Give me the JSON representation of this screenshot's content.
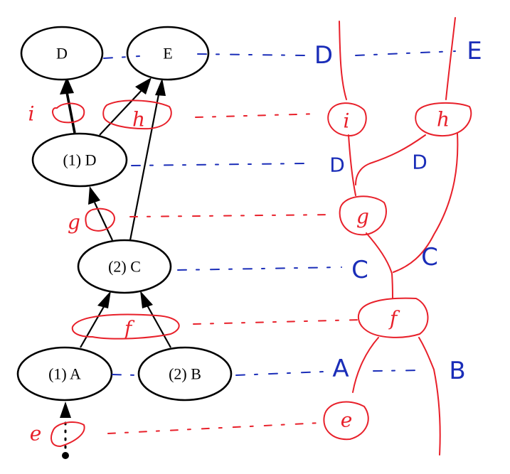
{
  "graph": {
    "nodes": {
      "D": "D",
      "E": "E",
      "D1": "(1) D",
      "C2": "(2) C",
      "A1": "(1) A",
      "B2": "(2) B"
    },
    "edges": [
      {
        "from": "(1) D",
        "to": "D",
        "style": "bold"
      },
      {
        "from": "(1) D",
        "to": "E",
        "style": "solid"
      },
      {
        "from": "(2) C",
        "to": "E",
        "style": "solid"
      },
      {
        "from": "(2) C",
        "to": "(1) D",
        "style": "solid"
      },
      {
        "from": "(1) A",
        "to": "(2) C",
        "style": "solid"
      },
      {
        "from": "(2) B",
        "to": "(2) C",
        "style": "solid"
      },
      {
        "from": "start-dot",
        "to": "(1) A",
        "style": "dotted"
      }
    ]
  },
  "annotations_left": {
    "i": "i",
    "h": "h",
    "g": "g",
    "f": "f",
    "e": "e"
  },
  "annotations_right": {
    "blue_labels": {
      "D_top": "D",
      "E_top": "E",
      "D_left": "D",
      "D_right": "D",
      "C_left": "C",
      "C_right": "C",
      "A": "A",
      "B": "B"
    },
    "red_circles": {
      "i": "i",
      "h": "h",
      "g": "g",
      "f": "f",
      "e": "e"
    }
  },
  "colors": {
    "graph_ink": "#000000",
    "red_annotation": "#e8202a",
    "blue_annotation": "#1a2db8",
    "background": "#ffffff"
  }
}
